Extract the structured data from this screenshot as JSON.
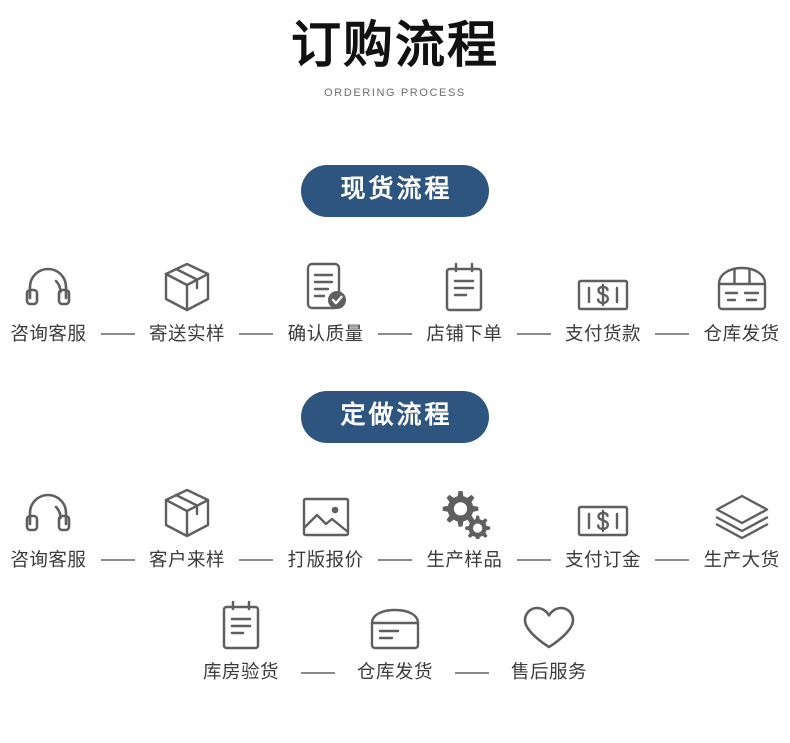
{
  "header": {
    "title": "订购流程",
    "subtitle": "ORDERING PROCESS"
  },
  "theme": {
    "badge_bg": "#2d5580",
    "badge_text": "#ffffff",
    "icon_stroke": "#5f5f5f",
    "label_text": "#3b3b3b",
    "connector": "#8a8a8a",
    "page_bg": "#ffffff"
  },
  "sections": [
    {
      "badge_label": "现货流程",
      "rows": [
        {
          "steps": [
            {
              "label": "咨询客服",
              "icon": "headphones-icon"
            },
            {
              "label": "寄送实样",
              "icon": "box-3d-icon"
            },
            {
              "label": "确认质量",
              "icon": "document-check-icon"
            },
            {
              "label": "店铺下单",
              "icon": "clipboard-icon"
            },
            {
              "label": "支付货款",
              "icon": "banknote-dollar-icon"
            },
            {
              "label": "仓库发货",
              "icon": "warehouse-box-icon"
            }
          ]
        }
      ]
    },
    {
      "badge_label": "定做流程",
      "rows": [
        {
          "steps": [
            {
              "label": "咨询客服",
              "icon": "headphones-icon"
            },
            {
              "label": "客户来样",
              "icon": "box-3d-icon"
            },
            {
              "label": "打版报价",
              "icon": "image-picture-icon"
            },
            {
              "label": "生产样品",
              "icon": "gears-icon"
            },
            {
              "label": "支付订金",
              "icon": "banknote-dollar-icon"
            },
            {
              "label": "生产大货",
              "icon": "layers-icon"
            }
          ]
        },
        {
          "steps": [
            {
              "label": "库房验货",
              "icon": "clipboard-icon"
            },
            {
              "label": "仓库发货",
              "icon": "package-label-icon"
            },
            {
              "label": "售后服务",
              "icon": "heart-icon"
            }
          ]
        }
      ]
    }
  ]
}
